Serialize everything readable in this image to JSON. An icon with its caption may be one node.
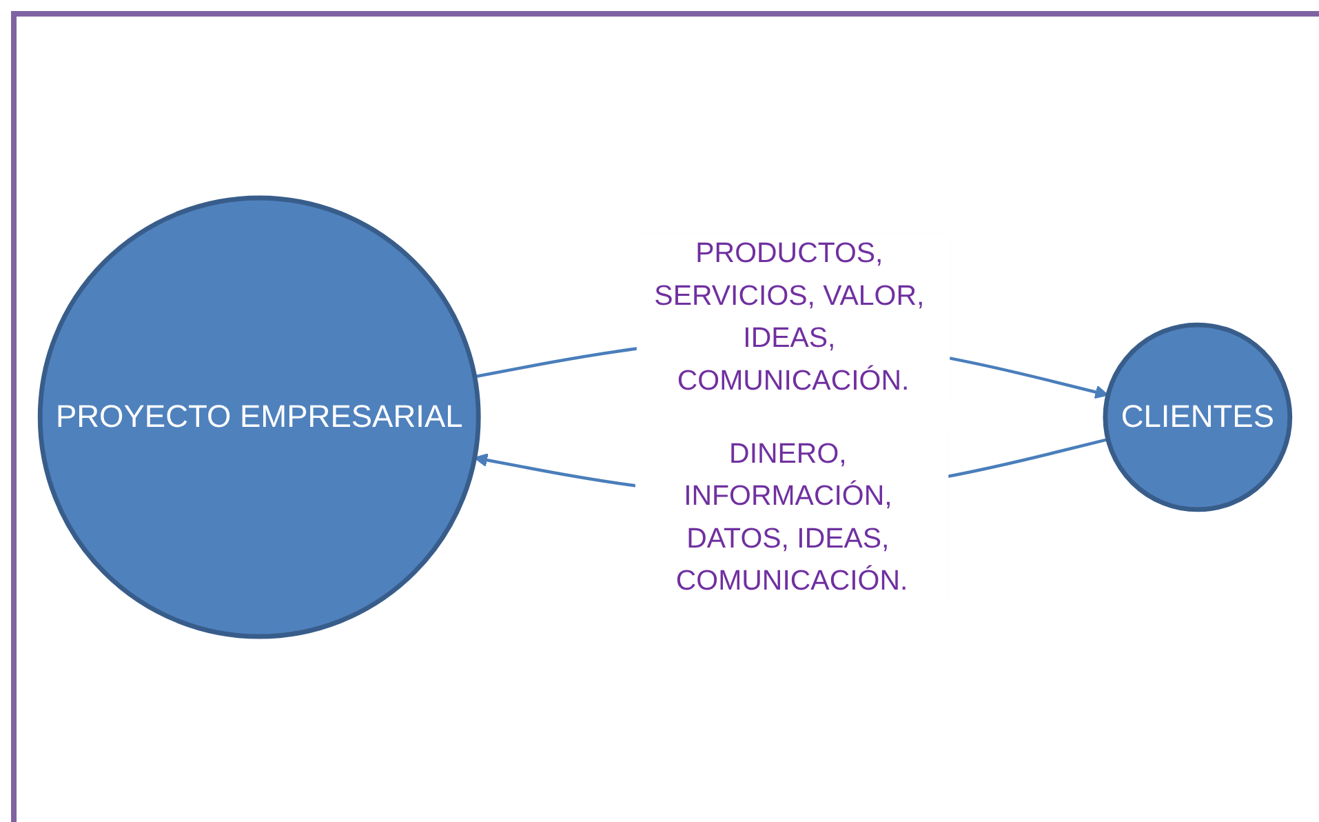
{
  "diagram": {
    "nodes": [
      {
        "text": [
          "PROYECTO EMPRESARIAL"
        ]
      },
      {
        "text": [
          "CLIENTES"
        ]
      }
    ],
    "edges": [
      {
        "from": 0,
        "to": 1,
        "arrow": "to",
        "label": "PRODUCTOS, SERVICIOS, VALOR, IDEAS, COMUNICACIÓN."
      },
      {
        "from": 1,
        "to": 0,
        "arrow": "to",
        "label": "DINERO, INFORMACIÓN, DATOS, IDEAS, COMUNICACIÓN."
      }
    ]
  }
}
